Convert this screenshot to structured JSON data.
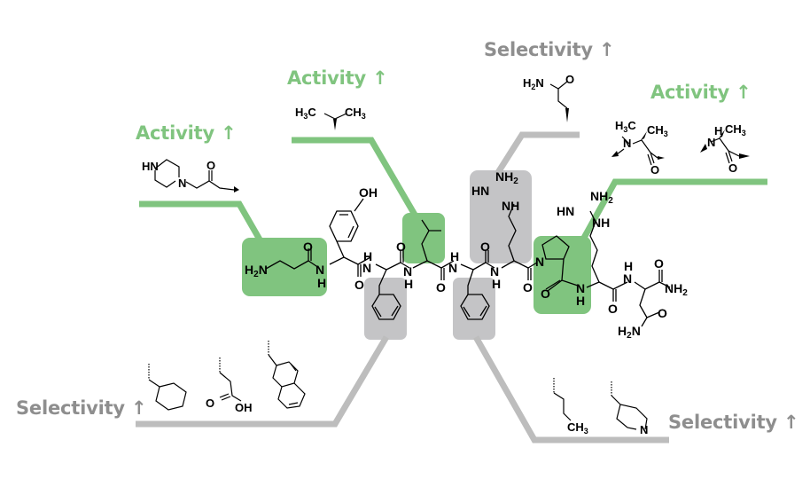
{
  "colors": {
    "activity_green": "#80c47f",
    "selectivity_gray": "#bdbdbd",
    "highlight_gray": "#c4c4c6",
    "selectivity_text": "#8e8e8e",
    "background": "#ffffff"
  },
  "annotations": {
    "activity_1": {
      "label": "Activity",
      "arrow": "↑",
      "substituent": "4-(piperazin-1-yl)acetyl",
      "atoms": [
        "HN",
        "N",
        "O"
      ]
    },
    "activity_2": {
      "label": "Activity",
      "arrow": "↑",
      "substituent": "isopropyl",
      "atoms": [
        "H3C",
        "CH3"
      ]
    },
    "selectivity_top": {
      "label": "Selectivity",
      "arrow": "↑",
      "substituent": "propanamide",
      "atoms": [
        "H2N",
        "O"
      ]
    },
    "activity_3": {
      "label": "Activity",
      "arrow": "↑",
      "substituents": [
        "N-methyl-alanine",
        "alanine"
      ],
      "atoms": [
        "H3C",
        "N",
        "CH3",
        "O",
        "H",
        "N",
        "CH3",
        "O"
      ]
    },
    "selectivity_left": {
      "label": "Selectivity",
      "arrow": "↑",
      "substituents": [
        "cyclohexylmethyl",
        "propanoic acid",
        "2-naphthylmethyl"
      ],
      "atoms": [
        "O",
        "OH"
      ]
    },
    "selectivity_right": {
      "label": "Selectivity",
      "arrow": "↑",
      "substituents": [
        "butyl",
        "4-pyridylmethyl"
      ],
      "atoms": [
        "CH3",
        "N"
      ]
    }
  },
  "peptide": {
    "residues": [
      "β-Ala",
      "Tyr",
      "Phe",
      "Leu",
      "Phe",
      "Arg",
      "Pro",
      "Arg",
      "Asn-NH2"
    ],
    "atom_labels": {
      "h2n_terminal": "H₂N",
      "oh": "OH",
      "o": "O",
      "n": "N",
      "h": "H",
      "nh": "NH",
      "nh2": "NH₂",
      "hn": "HN",
      "h2n": "H₂N"
    },
    "highlights": [
      {
        "region": "β-Ala N-terminus",
        "type": "activity"
      },
      {
        "region": "Leu side chain",
        "type": "activity"
      },
      {
        "region": "Pro-Arg",
        "type": "activity"
      },
      {
        "region": "Phe (pos 3) side chain",
        "type": "selectivity"
      },
      {
        "region": "Phe (pos 5) side chain",
        "type": "selectivity"
      },
      {
        "region": "Arg (pos 6) side chain",
        "type": "selectivity"
      }
    ]
  }
}
